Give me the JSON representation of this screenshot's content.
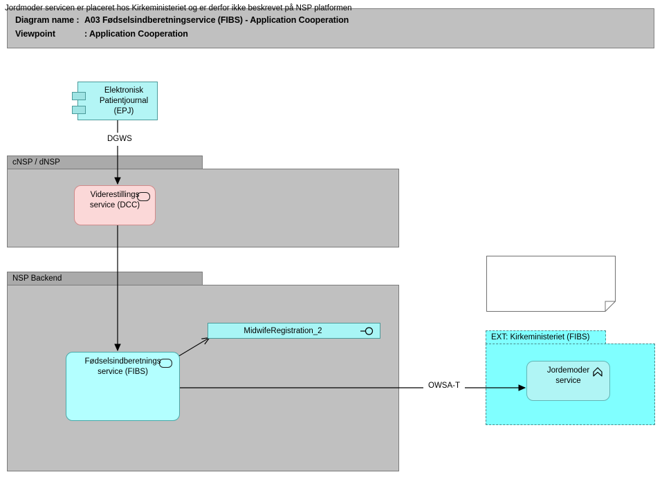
{
  "header": {
    "diagram_name_label": "Diagram name :",
    "diagram_name_value": "A03 Fødselsindberetningservice (FIBS) - Application Cooperation",
    "viewpoint_label": "Viewpoint",
    "viewpoint_value": ": Application Cooperation"
  },
  "groups": {
    "cnsp": {
      "label": "cNSP / dNSP"
    },
    "nsp_backend": {
      "label": "NSP Backend"
    },
    "ext_kirkeministeriet": {
      "label": "EXT: Kirkeministeriet (FIBS)"
    }
  },
  "nodes": {
    "epj": {
      "line1": "Elektronisk",
      "line2": "Patientjournal",
      "line3": "(EPJ)",
      "icon": "uml-component-icon",
      "fill": "#b3f5f5"
    },
    "dcc": {
      "line1": "Viderestillings",
      "line2": "service (DCC)",
      "icon": "application-service-icon",
      "fill": "#fbd8d8"
    },
    "fibs": {
      "line1": "Fødselsindberetnings",
      "line2": "service (FIBS)",
      "icon": "application-service-icon",
      "fill": "#b3ffff"
    },
    "midwife_interface": {
      "label": "MidwifeRegistration_2",
      "icon": "provided-interface-lollipop-icon",
      "fill": "#a8f5f5"
    },
    "jordemoder": {
      "line1": "Jordemoder",
      "line2": "service",
      "icon": "application-function-icon",
      "fill": "#b0f5f5"
    }
  },
  "note": {
    "text": "Jordmoder servicen er placeret hos Kirkeministeriet og er derfor ikke beskrevet på NSP platformen"
  },
  "edges": {
    "dgws": {
      "label": "DGWS"
    },
    "owsat": {
      "label": "OWSA-T"
    }
  },
  "colors": {
    "group_header": "#aaaaaa",
    "group_body": "#c0c0c0",
    "title_bar": "#c0c0c0",
    "cyan": "#b3ffff",
    "pink": "#fbd8d8",
    "ext_cyan": "#80ffff",
    "line": "#000000"
  }
}
